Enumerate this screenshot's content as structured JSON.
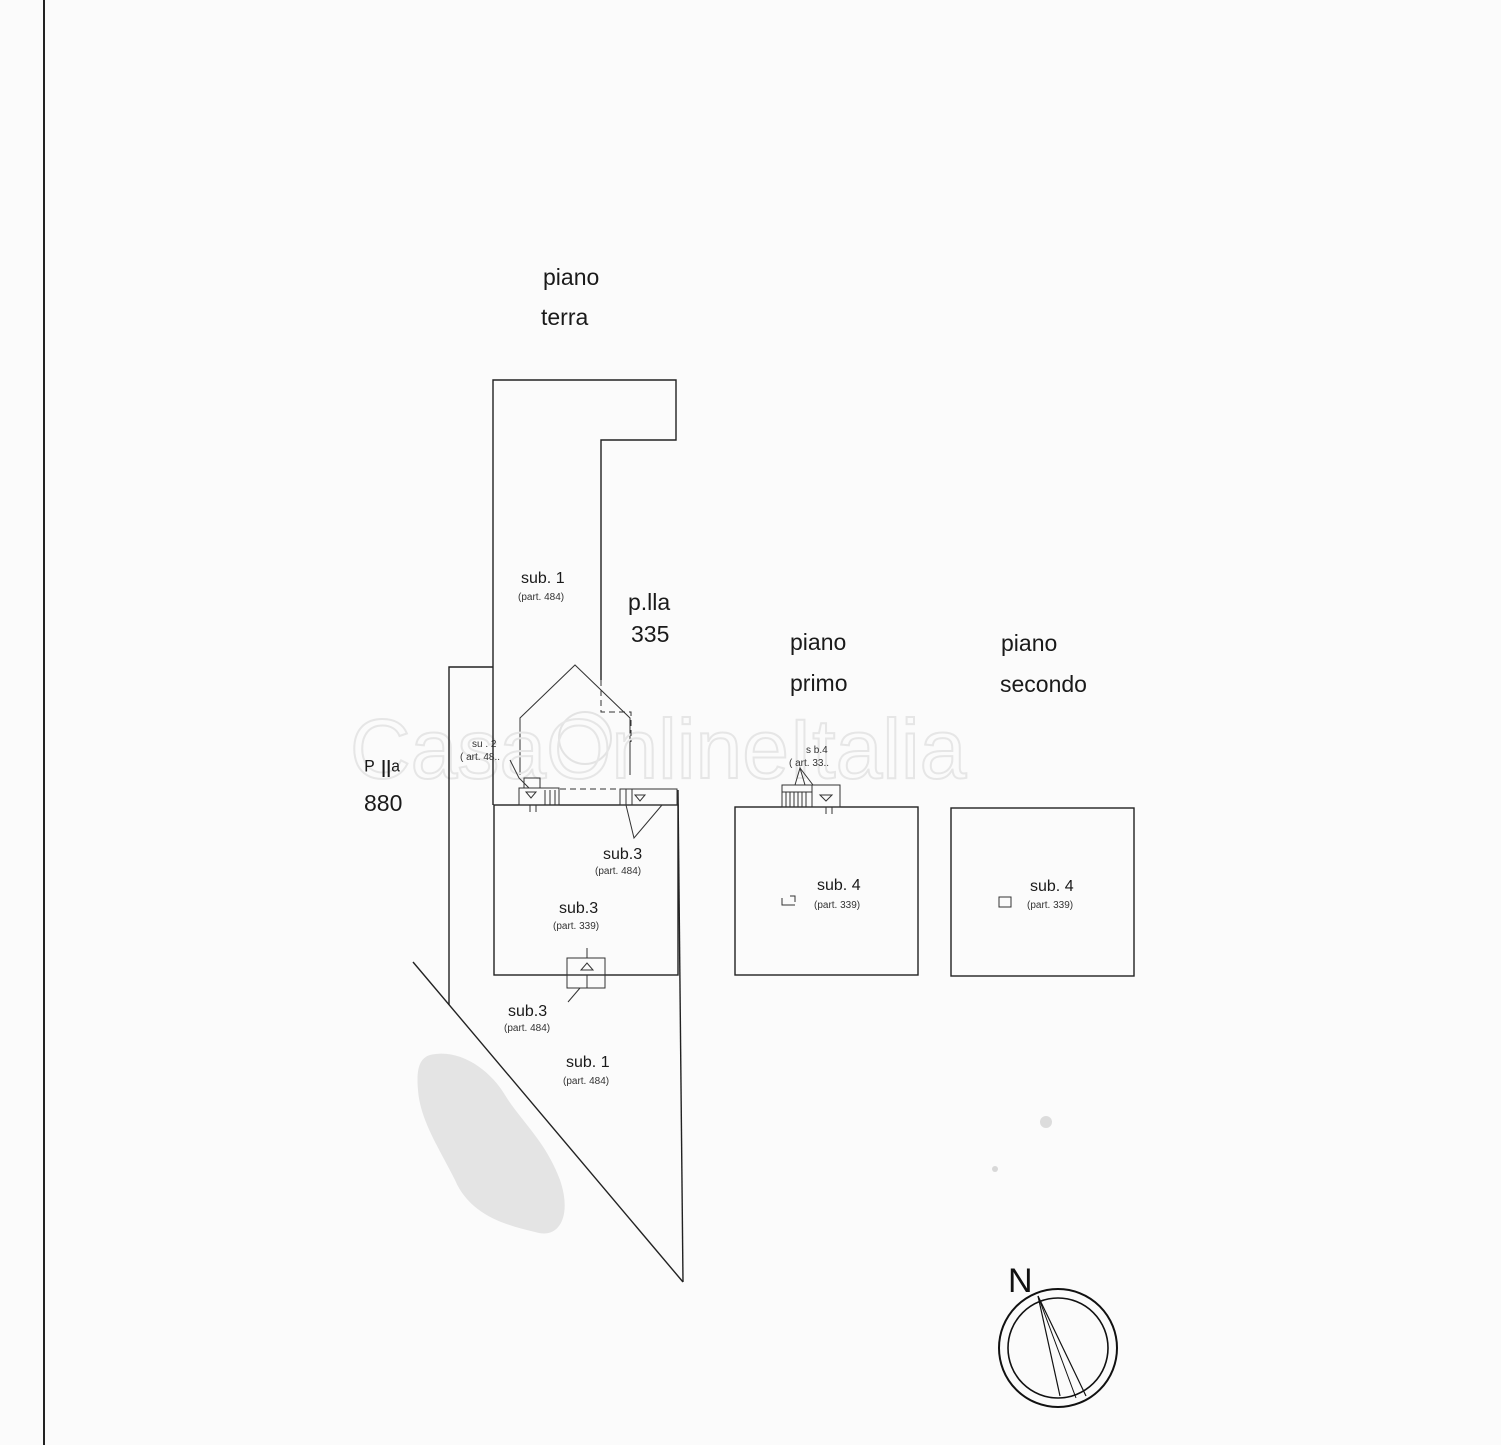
{
  "floors": {
    "ground": {
      "line1": "piano",
      "line2": "terra"
    },
    "first": {
      "line1": "piano",
      "line2": "primo"
    },
    "second": {
      "line1": "piano",
      "line2": "secondo"
    }
  },
  "parcels": {
    "p335": {
      "line1": "p.lla",
      "line2": "335"
    },
    "p880": {
      "fragment": "ᴾ llᵃ",
      "number": "880"
    }
  },
  "labels": {
    "sub1_top": {
      "name": "sub. 1",
      "part": "(part. 484)"
    },
    "sub2": {
      "name": "su  . 2",
      "part": "( art. 48.."
    },
    "sub3_right": {
      "name": "sub.3",
      "part": "(part. 484)"
    },
    "sub3_center": {
      "name": "sub.3",
      "part": "(part. 339)"
    },
    "sub3_bottom": {
      "name": "sub.3",
      "part": "(part. 484)"
    },
    "sub1_bottom": {
      "name": "sub. 1",
      "part": "(part. 484)"
    },
    "sub4_stair": {
      "name": "s  b.4",
      "part": "( art. 33.."
    },
    "sub4_first": {
      "name": "sub. 4",
      "part": "(part. 339)"
    },
    "sub4_second": {
      "name": "sub. 4",
      "part": "(part. 339)"
    }
  },
  "watermark": "CasaOnlineItalia",
  "compass": {
    "label": "N"
  }
}
